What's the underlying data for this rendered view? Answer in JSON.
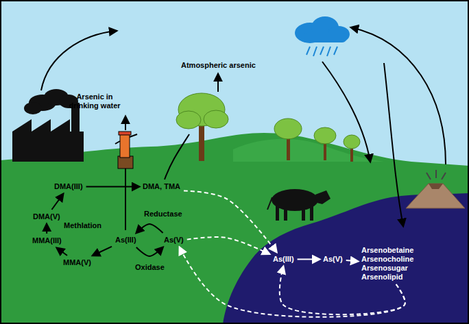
{
  "diagram": {
    "nodes": [
      {
        "text": [
          "DMA(III)"
        ]
      },
      {
        "text": [
          "DMA(V)"
        ]
      },
      {
        "text": [
          "MMA(III)"
        ]
      },
      {
        "text": [
          "MMA(V)"
        ]
      },
      {
        "text": [
          "As(III)"
        ]
      },
      {
        "text": [
          "As(V)"
        ]
      },
      {
        "text": [
          "DMA, TMA"
        ]
      },
      {
        "text": [
          "As(III)"
        ]
      },
      {
        "text": [
          "As(V)"
        ]
      },
      {
        "text": [
          "Arsenobetaine",
          "Arsenocholine",
          "Arsenosugar",
          "Arsenolipid"
        ]
      }
    ],
    "edges": [
      {
        "from": 0,
        "to": 6,
        "arrow": "to"
      },
      {
        "from": 1,
        "to": 0,
        "arrow": "to"
      },
      {
        "from": 2,
        "to": 1,
        "arrow": "to"
      },
      {
        "from": 3,
        "to": 2,
        "arrow": "to"
      },
      {
        "from": 4,
        "to": 3,
        "arrow": "to"
      },
      {
        "from": 5,
        "to": 4,
        "arrow": "to"
      },
      {
        "from": 4,
        "to": 5,
        "arrow": "to"
      },
      {
        "from": 6,
        "to": 7,
        "arrow": "to"
      },
      {
        "from": 5,
        "to": 7,
        "arrow": "to"
      },
      {
        "from": 7,
        "to": 8,
        "arrow": "to"
      },
      {
        "from": 8,
        "to": 9,
        "arrow": "to"
      },
      {
        "from": 9,
        "to": 5,
        "arrow": "to"
      },
      {
        "from": 9,
        "to": 7,
        "arrow": "to"
      }
    ],
    "labels": [
      "Atmospheric arsenic",
      "Arsenic in drinking water",
      "Methlation",
      "Reductase",
      "Oxidase"
    ]
  }
}
